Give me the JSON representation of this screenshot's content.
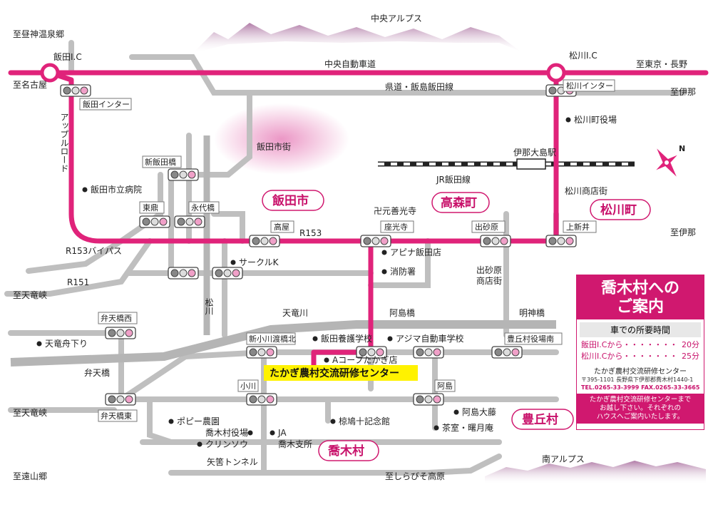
{
  "mountains": {
    "north": "中央アルプス",
    "south": "南アルプス"
  },
  "roads": {
    "expressway": "中央自動車道",
    "prefectural": "県道・飯島飯田線",
    "r153": "R153",
    "r153_bypass": "R153バイパス",
    "r151": "R151",
    "apple_road": "アップルロード",
    "rail": "JR飯田線",
    "river_tenryu": "天竜川",
    "river_matsukawa": "松川"
  },
  "interchanges": {
    "iida": "飯田I.C",
    "matsukawa": "松川I.C"
  },
  "directions": {
    "hirugami": "至昼神温泉郷",
    "nagoya": "至名古屋",
    "tokyo": "至東京・長野",
    "ina1": "至伊那",
    "ina2": "至伊那",
    "tenryukyo1": "至天竜峡",
    "tenryukyo2": "至天竜峡",
    "tohyama": "至遠山郷",
    "shirabiso": "至しらびそ高原"
  },
  "signals": {
    "iida_inter": "飯田インター",
    "matsukawa_inter": "松川インター",
    "shin_iidabashi": "新飯田橋",
    "higashi_kanae": "東鼎",
    "eidaibashi": "永代橋",
    "takaya": "高屋",
    "zakoji": "座光寺",
    "desagohara": "出砂原",
    "kamishinden": "上新井",
    "bentenbashi_nishi": "弁天橋西",
    "bentenbashi_higashi": "弁天橋東",
    "shinkogawa_kita": "新小川渡橋北",
    "ogawa": "小川",
    "ajima": "阿島",
    "toyooka_yakuba": "豊丘村役場南"
  },
  "towns": {
    "iida": "飯田市",
    "takamori": "高森町",
    "matsukawa": "松川町",
    "takagi": "喬木村",
    "toyooka": "豊丘村"
  },
  "places": {
    "iida_street": "飯田市街",
    "iida_hospital": "飯田市立病院",
    "matsukawa_office": "松川町役場",
    "ina_oshima_station": "伊那大島駅",
    "matsukawa_shotengai": "松川商店街",
    "zenkoji": "卍元善光寺",
    "apina": "アピナ飯田店",
    "fire_station": "消防署",
    "circle_k": "サークルK",
    "desagohara_shotengai": "出砂原\n商店街",
    "ajimabashi": "阿島橋",
    "meijibashi": "明神橋",
    "tenryu_boat": "天竜舟下り",
    "bentenbashi": "弁天橋",
    "yogo_school": "飯田養護学校",
    "ajima_driving": "アジマ自動車学校",
    "a_coop": "Aコープたかぎ店",
    "center": "たかぎ農村交流研修センター",
    "poppy": "ポピー農園",
    "takagi_office": "喬木村役場",
    "clinsou": "クリンソウ",
    "ja": "JA",
    "ja_branch": "喬木支所",
    "mukuhato": "椋鳩十記念館",
    "ajima_fuji": "阿島大藤",
    "chashitsu": "茶室・曙月庵",
    "yakasa_tunnel": "矢筈トンネル"
  },
  "guide": {
    "title": "喬木村への\nご案内",
    "subtitle": "車での所要時間",
    "rows": [
      {
        "from": "飯田I.Cから・・・・・・・",
        "time": "20分"
      },
      {
        "from": "松川I.Cから・・・・・・・",
        "time": "25分"
      }
    ],
    "center_name": "たかぎ農村交流研修センター",
    "address": "〒395-1101 長野県下伊那郡喬木村1440-1",
    "tel": "TEL.0265-33-3999 FAX.0265-33-3665",
    "footer": "たかぎ農村交流研修センターまで\nお越し下さい。それぞれの\nハウスへご案内いたします。"
  },
  "compass": "N",
  "colors": {
    "route": "#e0237a",
    "road": "#cfcfcf",
    "town": "#c8106a",
    "highlight": "#fff200"
  }
}
